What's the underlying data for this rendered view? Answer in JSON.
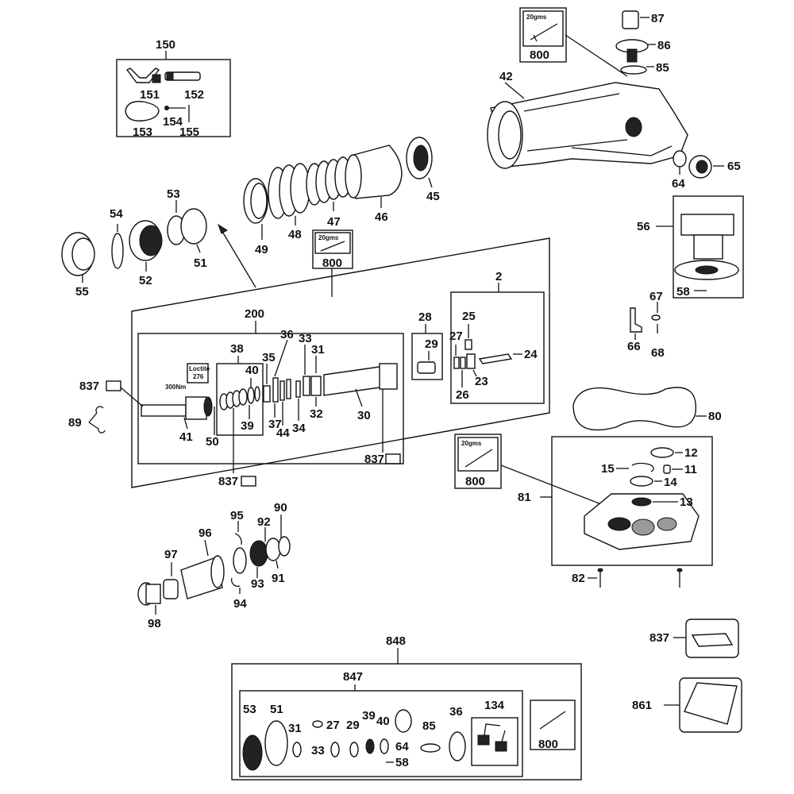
{
  "labels": {
    "p150": "150",
    "p151": "151",
    "p152": "152",
    "p153": "153",
    "p154": "154",
    "p155": "155",
    "p53": "53",
    "p54": "54",
    "p55": "55",
    "p52": "52",
    "p51": "51",
    "p49": "49",
    "p48": "48",
    "p47": "47",
    "p46": "46",
    "p45": "45",
    "p42": "42",
    "p87": "87",
    "p86": "86",
    "p85": "85",
    "p65": "65",
    "p64": "64",
    "p56": "56",
    "p58": "58",
    "p67": "67",
    "p66": "66",
    "p68": "68",
    "p200": "200",
    "p28": "28",
    "p29": "29",
    "p2": "2",
    "p25": "25",
    "p27": "27",
    "p24": "24",
    "p23": "23",
    "p26": "26",
    "p38": "38",
    "p36": "36",
    "p33": "33",
    "p31": "31",
    "p35": "35",
    "p40": "40",
    "p837a": "837",
    "p89": "89",
    "p41": "41",
    "p50": "50",
    "p39": "39",
    "p37": "37",
    "p44": "44",
    "p34": "34",
    "p32": "32",
    "p30": "30",
    "p837b": "837",
    "p837c": "837",
    "p80": "80",
    "p12": "12",
    "p15": "15",
    "p11": "11",
    "p14": "14",
    "p81": "81",
    "p13": "13",
    "p82": "82",
    "p95": "95",
    "p90": "90",
    "p96": "96",
    "p92": "92",
    "p97": "97",
    "p93": "93",
    "p91": "91",
    "p94": "94",
    "p98": "98",
    "p848": "848",
    "p847": "847",
    "q53": "53",
    "q51": "51",
    "q31": "31",
    "q33": "33",
    "q27": "27",
    "q29": "29",
    "q39": "39",
    "q40": "40",
    "q64": "64",
    "q58": "58",
    "q85": "85",
    "q36": "36",
    "q134": "134",
    "p837d": "837",
    "p861": "861"
  },
  "grease": {
    "g1": {
      "qty": "20gms",
      "code": "800"
    },
    "g2": {
      "qty": "20gms",
      "code": "800"
    },
    "g3": {
      "qty": "20gms",
      "code": "800"
    },
    "g4": {
      "code": "800"
    }
  },
  "callouts": {
    "loctite": "Loctite",
    "loctite_num": "276",
    "torque": "300Nm"
  }
}
